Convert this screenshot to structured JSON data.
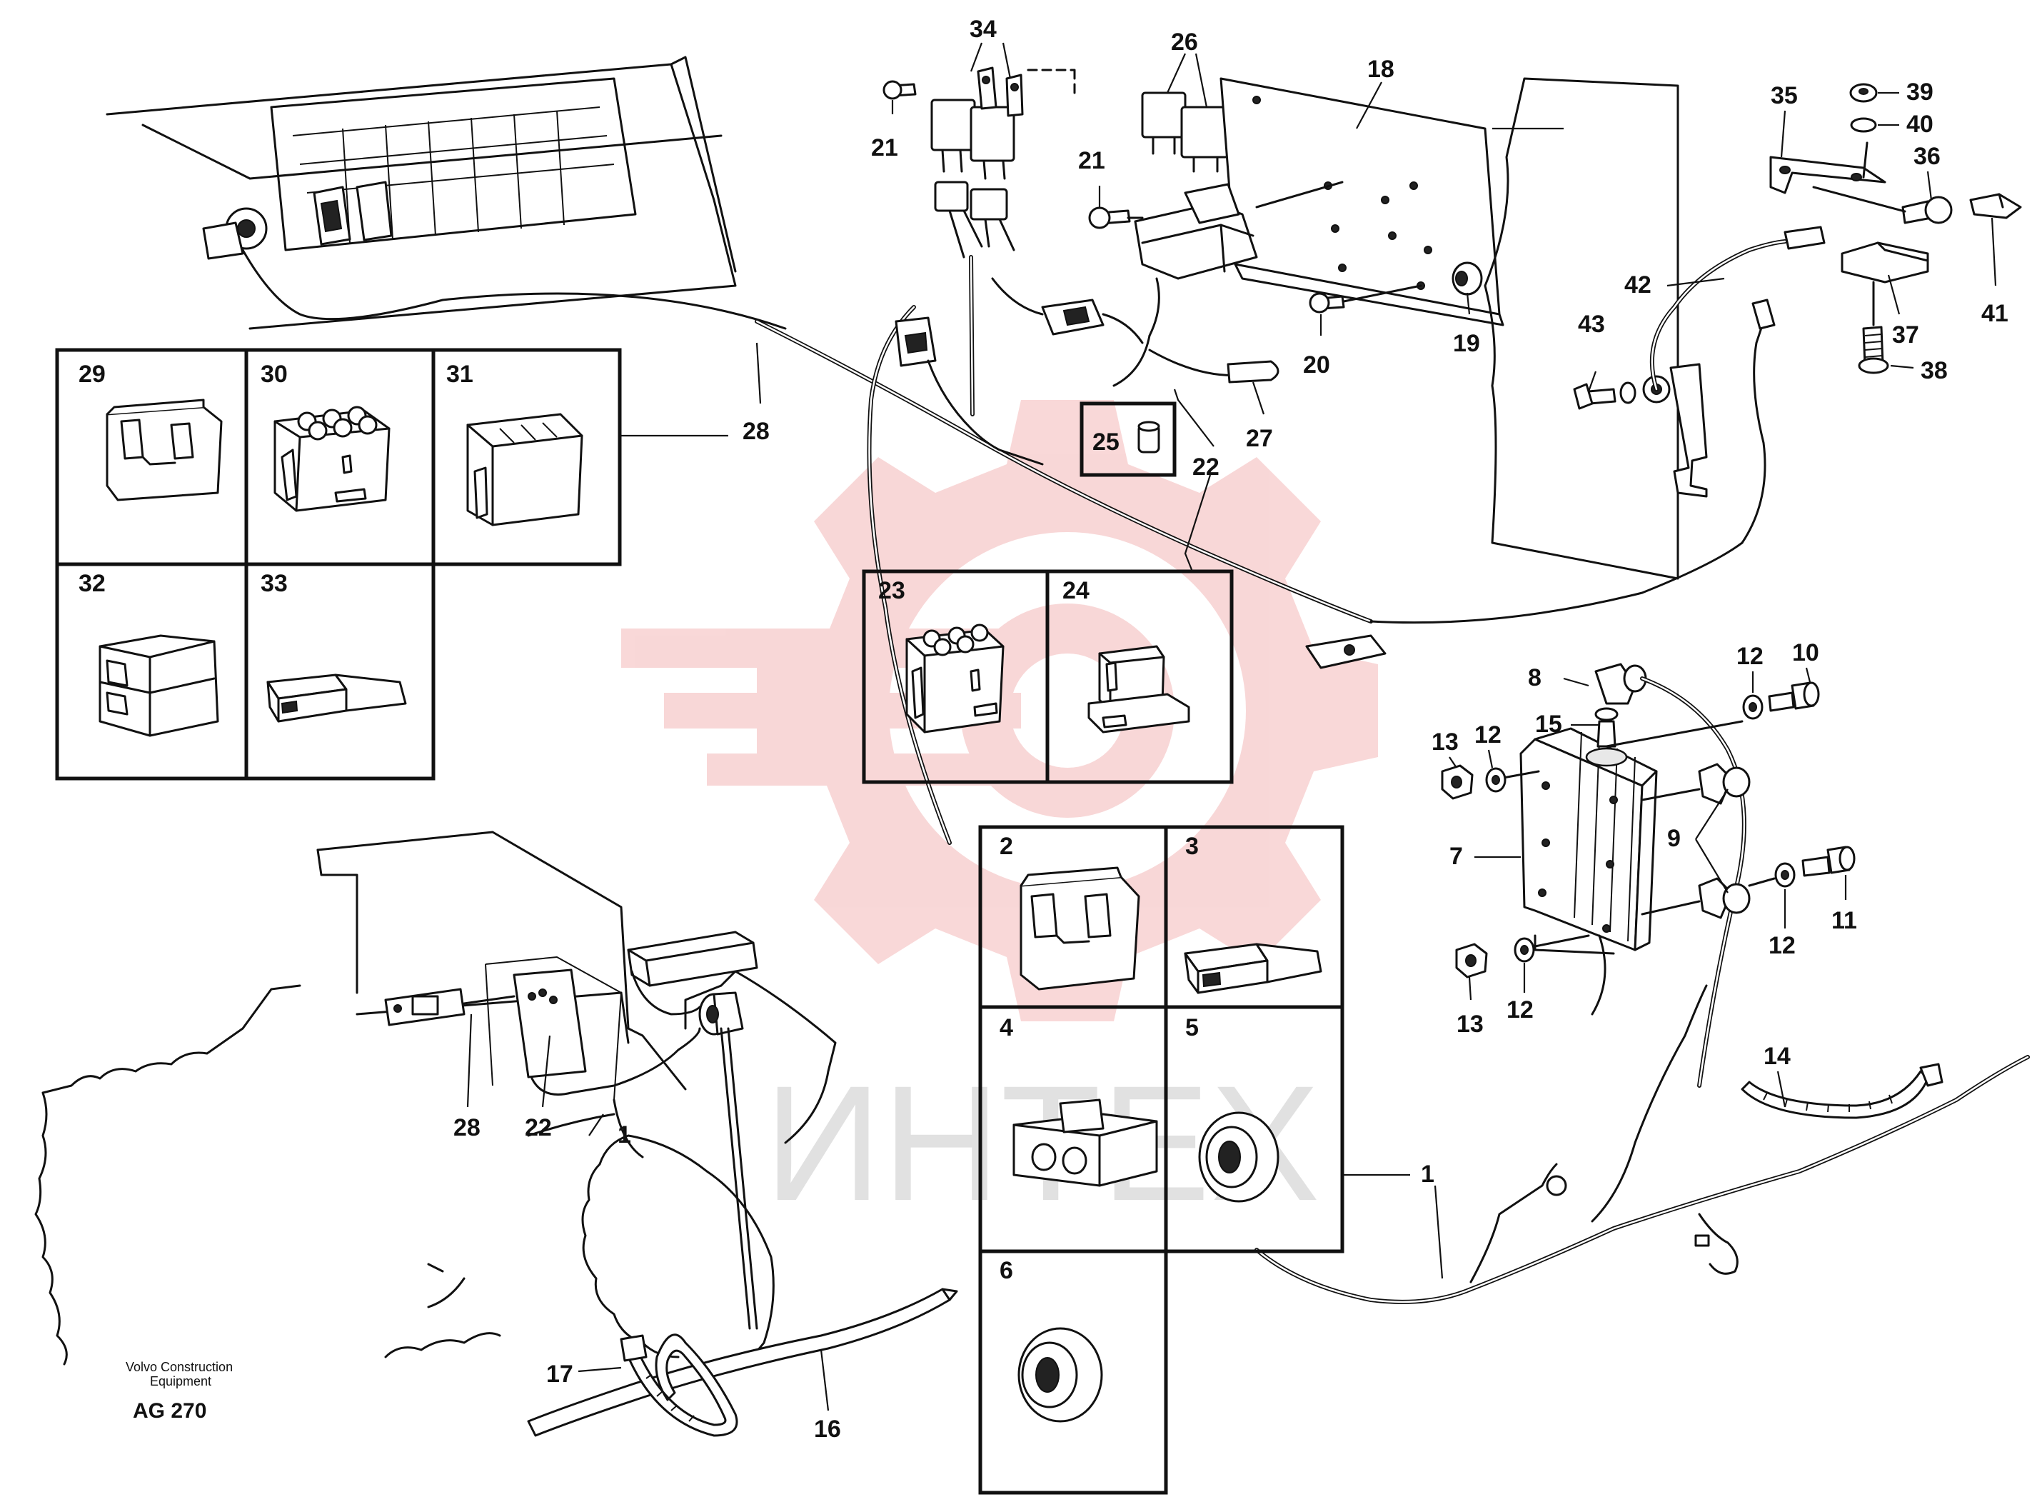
{
  "labels": {
    "l1a": "1",
    "l1b": "1",
    "l2": "2",
    "l3": "3",
    "l4": "4",
    "l5": "5",
    "l6": "6",
    "l7": "7",
    "l8": "8",
    "l9": "9",
    "l10": "10",
    "l11": "11",
    "l12a": "12",
    "l12b": "12",
    "l12c": "12",
    "l12d": "12",
    "l13a": "13",
    "l13b": "13",
    "l14": "14",
    "l15": "15",
    "l16": "16",
    "l17": "17",
    "l18": "18",
    "l19": "19",
    "l20": "20",
    "l21a": "21",
    "l21b": "21",
    "l22a": "22",
    "l22b": "22",
    "l23": "23",
    "l24": "24",
    "l25": "25",
    "l26": "26",
    "l27": "27",
    "l28a": "28",
    "l28b": "28",
    "l29": "29",
    "l30": "30",
    "l31": "31",
    "l32": "32",
    "l33": "33",
    "l34": "34",
    "l35": "35",
    "l36": "36",
    "l37": "37",
    "l38": "38",
    "l39": "39",
    "l40": "40",
    "l41": "41",
    "l42": "42",
    "l43": "43"
  },
  "footer": {
    "brand_line1": "Volvo Construction",
    "brand_line2": "Equipment",
    "figure_code": "AG 270"
  },
  "watermark": {
    "text": "ИНТЕХ",
    "color": "#f4b8b8"
  }
}
